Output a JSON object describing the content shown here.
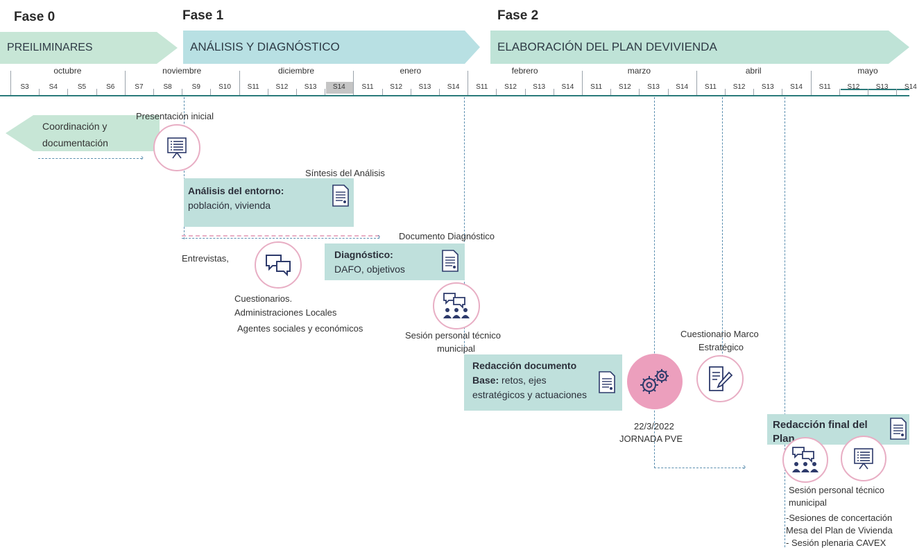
{
  "phases": [
    {
      "title": "Fase 0",
      "band": "PREILIMINARES"
    },
    {
      "title": "Fase 1",
      "band": "ANÁLISIS  Y DIAGNÓSTICO"
    },
    {
      "title": "Fase 2",
      "band": "ELABORACIÓN DEL PLAN DEVIVIENDA"
    }
  ],
  "months": [
    "octubre",
    "noviembre",
    "diciembre",
    "enero",
    "febrero",
    "marzo",
    "abril",
    "mayo"
  ],
  "weeks": [
    "S3",
    "S4",
    "S5",
    "S6",
    "S7",
    "S8",
    "S9",
    "S10",
    "S11",
    "S12",
    "S13",
    "S14",
    "S11",
    "S12",
    "S13",
    "S14",
    "S11",
    "S12",
    "S13",
    "S14",
    "S11",
    "S12",
    "S13",
    "S14",
    "S11",
    "S12",
    "S13",
    "S14",
    "S11",
    "S12",
    "S13",
    "S14"
  ],
  "coordination": {
    "line1": "Coordinación y",
    "line2": "documentación"
  },
  "labels": {
    "presentacion": "Presentación inicial",
    "sintesis": "Síntesis del Análisis",
    "doc_diagnostico": "Documento Diagnóstico",
    "entrevistas": "Entrevistas,",
    "cuestionarios": "Cuestionarios.",
    "admin": "Administraciones Locales",
    "agentes": "Agentes sociales y económicos",
    "sesion1_line1": "Sesión personal técnico",
    "sesion1_line2": "municipal",
    "cuestionario_marco_l1": "Cuestionario Marco",
    "cuestionario_marco_l2": "Estratégico",
    "jornada_date": "22/3/2022",
    "jornada_name": "JORNADA PVE",
    "sesion2_line1": "Sesión personal técnico",
    "sesion2_line2": "municipal",
    "concert_l1": "-Sesiones de concertación",
    "concert_l2": "Mesa del Plan de Vivienda",
    "concert_l3": "- Sesión plenaria CAVEX"
  },
  "boxes": {
    "analisis_bold": "Análisis del entorno:",
    "analisis_text": "población, vivienda",
    "diag_bold": "Diagnóstico:",
    "diag_text": "DAFO, objetivos",
    "redaccion_bold1": "Redacción documento",
    "redaccion_bold2": "Base:",
    "redaccion_text1": " retos, ejes",
    "redaccion_text2": "estratégicos y actuaciones",
    "final_bold1": "Redacción final del",
    "final_bold2": "Plan"
  },
  "colors": {
    "phase0": "#c7e6d6",
    "phase1": "#b8e0e3",
    "phase2": "#bfe3d7",
    "box": "#bfe0dc",
    "circle_border": "#e8aec4",
    "jornada_fill": "#ec9fbd",
    "dashed": "#5b8fb0",
    "icon_navy": "#2d3a6b"
  }
}
